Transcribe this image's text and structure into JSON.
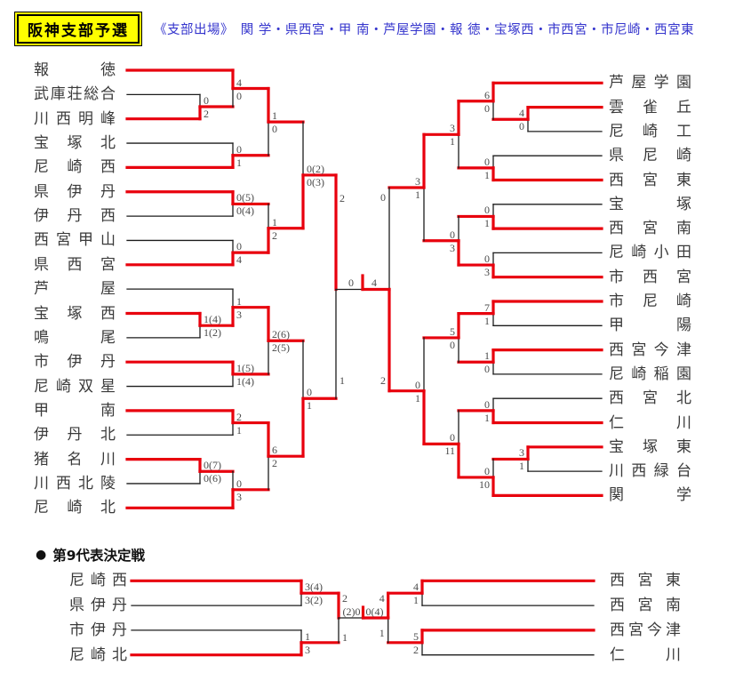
{
  "header": {
    "title": "阪神支部予選",
    "qualifiers": "《支部出場》　関 学・県西宮・甲 南・芦屋学園・報 徳・宝塚西・市西宮・市尼崎・西宮東"
  },
  "colors": {
    "advance": "#e8000d",
    "eliminated": "#1c1c1c",
    "title_bg": "#ffff00",
    "qualifier_text": "#3535cd",
    "team_text": "#3a3a3a",
    "score_text": "#4a4a4a"
  },
  "main_bracket": {
    "left_teams": [
      {
        "name": "報徳",
        "advanced": true
      },
      {
        "name": "武庫荘総合",
        "advanced": false
      },
      {
        "name": "川西明峰",
        "advanced": true
      },
      {
        "name": "宝塚北",
        "advanced": false
      },
      {
        "name": "尼崎西",
        "advanced": true
      },
      {
        "name": "県伊丹",
        "advanced": true
      },
      {
        "name": "伊丹西",
        "advanced": false
      },
      {
        "name": "西宮甲山",
        "advanced": false
      },
      {
        "name": "県西宮",
        "advanced": true
      },
      {
        "name": "芦屋",
        "advanced": false
      },
      {
        "name": "宝塚西",
        "advanced": true
      },
      {
        "name": "鳴尾",
        "advanced": false
      },
      {
        "name": "市伊丹",
        "advanced": true
      },
      {
        "name": "尼崎双星",
        "advanced": false
      },
      {
        "name": "甲南",
        "advanced": true
      },
      {
        "name": "伊丹北",
        "advanced": false
      },
      {
        "name": "猪名川",
        "advanced": true
      },
      {
        "name": "川西北陵",
        "advanced": false
      },
      {
        "name": "尼崎北",
        "advanced": true
      }
    ],
    "right_teams": [
      {
        "name": "芦屋学園",
        "advanced": true
      },
      {
        "name": "雲雀丘",
        "advanced": true
      },
      {
        "name": "尼崎工",
        "advanced": false
      },
      {
        "name": "県尼崎",
        "advanced": false
      },
      {
        "name": "西宮東",
        "advanced": true
      },
      {
        "name": "宝塚",
        "advanced": false
      },
      {
        "name": "西宮南",
        "advanced": true
      },
      {
        "name": "尼崎小田",
        "advanced": false
      },
      {
        "name": "市西宮",
        "advanced": true
      },
      {
        "name": "市尼崎",
        "advanced": true
      },
      {
        "name": "甲陽",
        "advanced": false
      },
      {
        "name": "西宮今津",
        "advanced": true
      },
      {
        "name": "尼崎稲園",
        "advanced": false
      },
      {
        "name": "西宮北",
        "advanced": false
      },
      {
        "name": "仁川",
        "advanced": true
      },
      {
        "name": "宝塚東",
        "advanced": true
      },
      {
        "name": "川西緑台",
        "advanced": false
      },
      {
        "name": "関学",
        "advanced": true
      }
    ],
    "left_matches": [
      {
        "id": "m1",
        "col": 0,
        "top": "T1",
        "bottom": "T2",
        "score_top": "0",
        "score_bottom": "2",
        "winner": "bottom"
      },
      {
        "id": "m2",
        "col": 1,
        "top": "T0",
        "bottom": "m1",
        "score_top": "4",
        "score_bottom": "0",
        "winner": "top"
      },
      {
        "id": "m3",
        "col": 1,
        "top": "T3",
        "bottom": "T4",
        "score_top": "0",
        "score_bottom": "1",
        "winner": "bottom"
      },
      {
        "id": "m4",
        "col": 2,
        "top": "m2",
        "bottom": "m3",
        "score_top": "1",
        "score_bottom": "0",
        "winner": "top"
      },
      {
        "id": "m5",
        "col": 1,
        "top": "T5",
        "bottom": "T6",
        "score_top": "0(5)",
        "score_bottom": "0(4)",
        "winner": "top"
      },
      {
        "id": "m6",
        "col": 1,
        "top": "T7",
        "bottom": "T8",
        "score_top": "0",
        "score_bottom": "4",
        "winner": "bottom"
      },
      {
        "id": "m7",
        "col": 2,
        "top": "m5",
        "bottom": "m6",
        "score_top": "1",
        "score_bottom": "2",
        "winner": "bottom"
      },
      {
        "id": "m8",
        "col": 3,
        "top": "m4",
        "bottom": "m7",
        "score_top": "0(2)",
        "score_bottom": "0(3)",
        "winner": "bottom"
      },
      {
        "id": "m9",
        "col": 0,
        "top": "T10",
        "bottom": "T11",
        "score_top": "1(4)",
        "score_bottom": "1(2)",
        "winner": "top"
      },
      {
        "id": "m10",
        "col": 1,
        "top": "T9",
        "bottom": "m9",
        "score_top": "1",
        "score_bottom": "3",
        "winner": "bottom"
      },
      {
        "id": "m11",
        "col": 1,
        "top": "T12",
        "bottom": "T13",
        "score_top": "1(5)",
        "score_bottom": "1(4)",
        "winner": "top"
      },
      {
        "id": "m12",
        "col": 2,
        "top": "m10",
        "bottom": "m11",
        "score_top": "2(6)",
        "score_bottom": "2(5)",
        "winner": "top"
      },
      {
        "id": "m13",
        "col": 1,
        "top": "T14",
        "bottom": "T15",
        "score_top": "2",
        "score_bottom": "1",
        "winner": "top"
      },
      {
        "id": "m14",
        "col": 0,
        "top": "T16",
        "bottom": "T17",
        "score_top": "0(7)",
        "score_bottom": "0(6)",
        "winner": "top"
      },
      {
        "id": "m15",
        "col": 1,
        "top": "m14",
        "bottom": "T18",
        "score_top": "0",
        "score_bottom": "3",
        "winner": "bottom"
      },
      {
        "id": "m16",
        "col": 2,
        "top": "m13",
        "bottom": "m15",
        "score_top": "6",
        "score_bottom": "2",
        "winner": "top"
      },
      {
        "id": "m17",
        "col": 3,
        "top": "m12",
        "bottom": "m16",
        "score_top": "0",
        "score_bottom": "1",
        "winner": "bottom"
      },
      {
        "id": "sfL",
        "col": 4,
        "top": "m8",
        "bottom": "m17",
        "score_top": "2",
        "score_bottom": "1",
        "winner": "top"
      }
    ],
    "right_matches": [
      {
        "id": "r1",
        "col": 0,
        "top": "T1",
        "bottom": "T2",
        "score_top": "4",
        "score_bottom": "0",
        "winner": "top"
      },
      {
        "id": "r2",
        "col": 1,
        "top": "T0",
        "bottom": "r1",
        "score_top": "6",
        "score_bottom": "0",
        "winner": "top"
      },
      {
        "id": "r3",
        "col": 1,
        "top": "T3",
        "bottom": "T4",
        "score_top": "0",
        "score_bottom": "1",
        "winner": "bottom"
      },
      {
        "id": "r4",
        "col": 2,
        "top": "r2",
        "bottom": "r3",
        "score_top": "3",
        "score_bottom": "1",
        "winner": "top"
      },
      {
        "id": "r5",
        "col": 1,
        "top": "T5",
        "bottom": "T6",
        "score_top": "0",
        "score_bottom": "1",
        "winner": "bottom"
      },
      {
        "id": "r6",
        "col": 1,
        "top": "T7",
        "bottom": "T8",
        "score_top": "0",
        "score_bottom": "3",
        "winner": "bottom"
      },
      {
        "id": "r7",
        "col": 2,
        "top": "r5",
        "bottom": "r6",
        "score_top": "0",
        "score_bottom": "3",
        "winner": "bottom"
      },
      {
        "id": "r8",
        "col": 3,
        "top": "r4",
        "bottom": "r7",
        "score_top": "3",
        "score_bottom": "1",
        "winner": "top"
      },
      {
        "id": "r9",
        "col": 1,
        "top": "T9",
        "bottom": "T10",
        "score_top": "7",
        "score_bottom": "1",
        "winner": "top"
      },
      {
        "id": "r10",
        "col": 1,
        "top": "T11",
        "bottom": "T12",
        "score_top": "1",
        "score_bottom": "0",
        "winner": "top"
      },
      {
        "id": "r11",
        "col": 2,
        "top": "r9",
        "bottom": "r10",
        "score_top": "5",
        "score_bottom": "0",
        "winner": "top"
      },
      {
        "id": "r12",
        "col": 1,
        "top": "T13",
        "bottom": "T14",
        "score_top": "0",
        "score_bottom": "1",
        "winner": "bottom"
      },
      {
        "id": "r13",
        "col": 0,
        "top": "T15",
        "bottom": "T16",
        "score_top": "3",
        "score_bottom": "1",
        "winner": "top"
      },
      {
        "id": "r14",
        "col": 1,
        "top": "r13",
        "bottom": "T17",
        "score_top": "0",
        "score_bottom": "10",
        "winner": "bottom"
      },
      {
        "id": "r15",
        "col": 2,
        "top": "r12",
        "bottom": "r14",
        "score_top": "0",
        "score_bottom": "11",
        "winner": "bottom"
      },
      {
        "id": "r16",
        "col": 3,
        "top": "r11",
        "bottom": "r15",
        "score_top": "0",
        "score_bottom": "1",
        "winner": "bottom"
      },
      {
        "id": "sfR",
        "col": 4,
        "top": "r8",
        "bottom": "r16",
        "score_top": "0",
        "score_bottom": "2",
        "winner": "bottom"
      }
    ],
    "final": {
      "score_left": "0",
      "score_right": "4",
      "winner": "right"
    }
  },
  "playoff_bracket": {
    "section_bullet": "●",
    "section_title": "第9代表決定戦",
    "left_teams": [
      {
        "name": "尼崎西",
        "advanced": true
      },
      {
        "name": "県伊丹",
        "advanced": false
      },
      {
        "name": "市伊丹",
        "advanced": false
      },
      {
        "name": "尼崎北",
        "advanced": true
      }
    ],
    "right_teams": [
      {
        "name": "西宮東",
        "advanced": true
      },
      {
        "name": "西宮南",
        "advanced": false
      },
      {
        "name": "西宮今津",
        "advanced": true
      },
      {
        "name": "仁川",
        "advanced": false
      }
    ],
    "left_matches": [
      {
        "id": "b1",
        "col": 0,
        "top": "T0",
        "bottom": "T1",
        "score_top": "3(4)",
        "score_bottom": "3(2)",
        "winner": "top"
      },
      {
        "id": "b2",
        "col": 0,
        "top": "T2",
        "bottom": "T3",
        "score_top": "1",
        "score_bottom": "3",
        "winner": "bottom"
      },
      {
        "id": "sb",
        "col": 1,
        "top": "b1",
        "bottom": "b2",
        "score_top": "2",
        "score_bottom": "1",
        "winner": "top"
      }
    ],
    "right_matches": [
      {
        "id": "b3",
        "col": 0,
        "top": "T0",
        "bottom": "T1",
        "score_top": "4",
        "score_bottom": "1",
        "winner": "top"
      },
      {
        "id": "b4",
        "col": 0,
        "top": "T2",
        "bottom": "T3",
        "score_top": "5",
        "score_bottom": "2",
        "winner": "top"
      },
      {
        "id": "sb2",
        "col": 1,
        "top": "b3",
        "bottom": "b4",
        "score_top": "4",
        "score_bottom": "1",
        "winner": "top"
      }
    ],
    "final": {
      "score_left": "(2)0",
      "score_right": "0(4)",
      "winner": "right"
    }
  }
}
